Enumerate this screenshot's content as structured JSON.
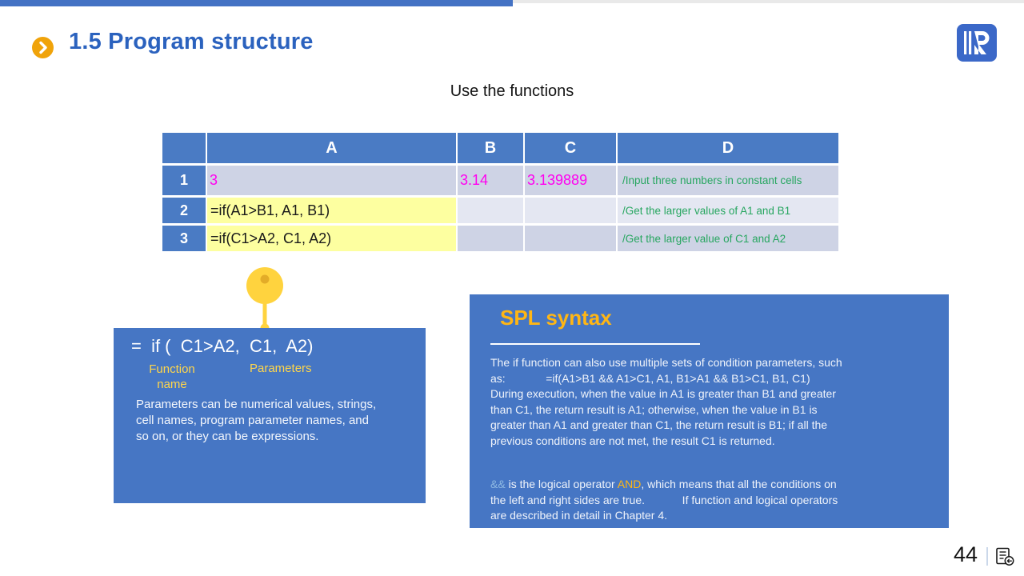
{
  "page": {
    "title": "1.5 Program structure",
    "caption": "Use the functions",
    "page_number": "44"
  },
  "table": {
    "headers": {
      "corner": "",
      "a": "A",
      "b": "B",
      "c": "C",
      "d": "D"
    },
    "rows": [
      {
        "num": "1",
        "a": "3",
        "b": "3.14",
        "c": "3.139889",
        "d": "/Input three numbers in constant cells"
      },
      {
        "num": "2",
        "a": "=if(A1>B1, A1, B1)",
        "b": "",
        "c": "",
        "d": "/Get the larger values of A1 and B1"
      },
      {
        "num": "3",
        "a": "=if(C1>A2, C1, A2)",
        "b": "",
        "c": "",
        "d": "/Get the larger value of C1 and A2"
      }
    ]
  },
  "callout": {
    "formula": "=  if (  C1>A2,  C1,  A2)",
    "function_label": "Function\nname",
    "parameters_label": "Parameters",
    "body": "Parameters can be numerical values, strings,\ncell names, program parameter names, and\nso on, or they can be expressions."
  },
  "spl": {
    "heading": "SPL syntax",
    "paragraph1": "The if function can also use multiple sets of condition parameters, such\nas:             =if(A1>B1 && A1>C1, A1, B1>A1 && B1>C1, B1, C1)\nDuring execution, when the value in A1 is greater than B1 and greater\nthan C1, the return result is A1; otherwise, when the value in B1 is\ngreater than A1 and greater than C1, the return result is B1; if all the\nprevious conditions are not met, the result C1 is returned.",
    "p2_amp": "&&",
    "p2_mid": " is the logical operator ",
    "p2_and": "AND",
    "p2_rest": ", which means that all the conditions on\nthe left and right sides are true.            If function and logical operators\nare described in detail in Chapter 4."
  },
  "colors": {
    "accent_blue": "#4472C4",
    "title_blue": "#2B62BE",
    "header_blue": "#4A7BC4",
    "box_blue": "#4676C4",
    "band_dark": "#CED3E5",
    "band_light": "#E4E7F2",
    "cell_yellow": "#FDFFA0",
    "value_magenta": "#FF00F0",
    "comment_green": "#27A660",
    "pin_yellow": "#FFD33E",
    "label_yellow": "#FFD64A",
    "spl_orange": "#FFB614",
    "amp_blue": "#8DB8E2"
  }
}
